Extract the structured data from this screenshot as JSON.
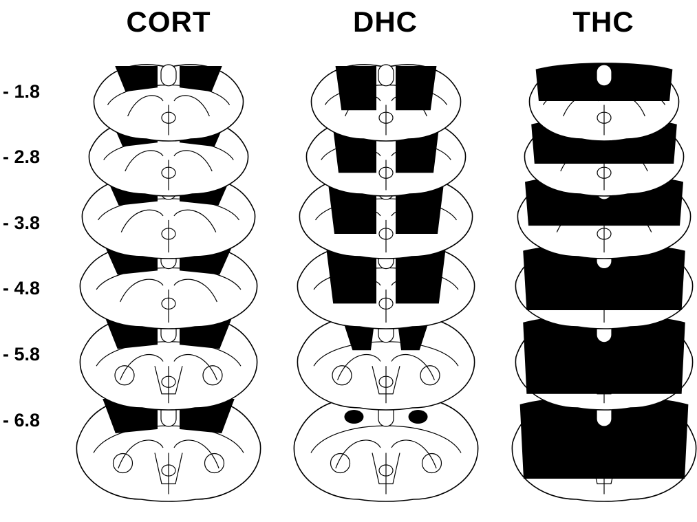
{
  "columns": [
    {
      "id": "cort",
      "title": "CORT"
    },
    {
      "id": "dhc",
      "title": "DHC"
    },
    {
      "id": "thc",
      "title": "THC"
    }
  ],
  "levels": [
    "- 1.8",
    "- 2.8",
    "- 3.8",
    "- 4.8",
    "- 5.8",
    "- 6.8"
  ],
  "colors": {
    "lesion": "#000000",
    "outline": "#000000",
    "background": "#ffffff"
  }
}
